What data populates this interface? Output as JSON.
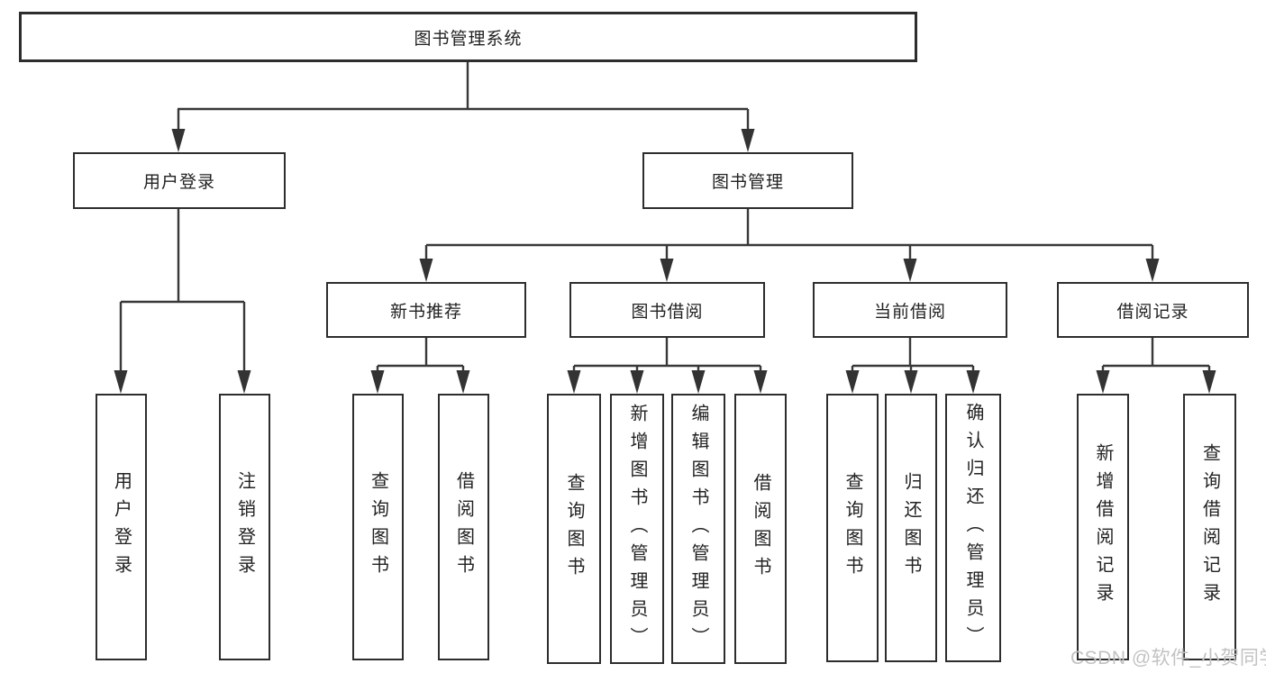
{
  "diagram": {
    "tree": {
      "label": "图书管理系统",
      "children": [
        {
          "label": "用户登录",
          "children": [
            {
              "label": "用户登录"
            },
            {
              "label": "注销登录"
            }
          ]
        },
        {
          "label": "图书管理",
          "children": [
            {
              "label": "新书推荐",
              "children": [
                {
                  "label": "查询图书"
                },
                {
                  "label": "借阅图书"
                }
              ]
            },
            {
              "label": "图书借阅",
              "children": [
                {
                  "label": "查询图书"
                },
                {
                  "label": "新增图书（管理员）"
                },
                {
                  "label": "编辑图书（管理员）"
                },
                {
                  "label": "借阅图书"
                }
              ]
            },
            {
              "label": "当前借阅",
              "children": [
                {
                  "label": "查询图书"
                },
                {
                  "label": "归还图书"
                },
                {
                  "label": "确认归还（管理员）"
                }
              ]
            },
            {
              "label": "借阅记录",
              "children": [
                {
                  "label": "新增借阅记录"
                },
                {
                  "label": "查询借阅记录"
                }
              ]
            }
          ]
        }
      ]
    },
    "watermark": "CSDN @软件_小贺同学",
    "colors": {
      "line": "#383838",
      "box_border": "#2d2d2d",
      "text": "#222222",
      "watermark_text": "#c2c2c2",
      "background": "#ffffff"
    }
  }
}
